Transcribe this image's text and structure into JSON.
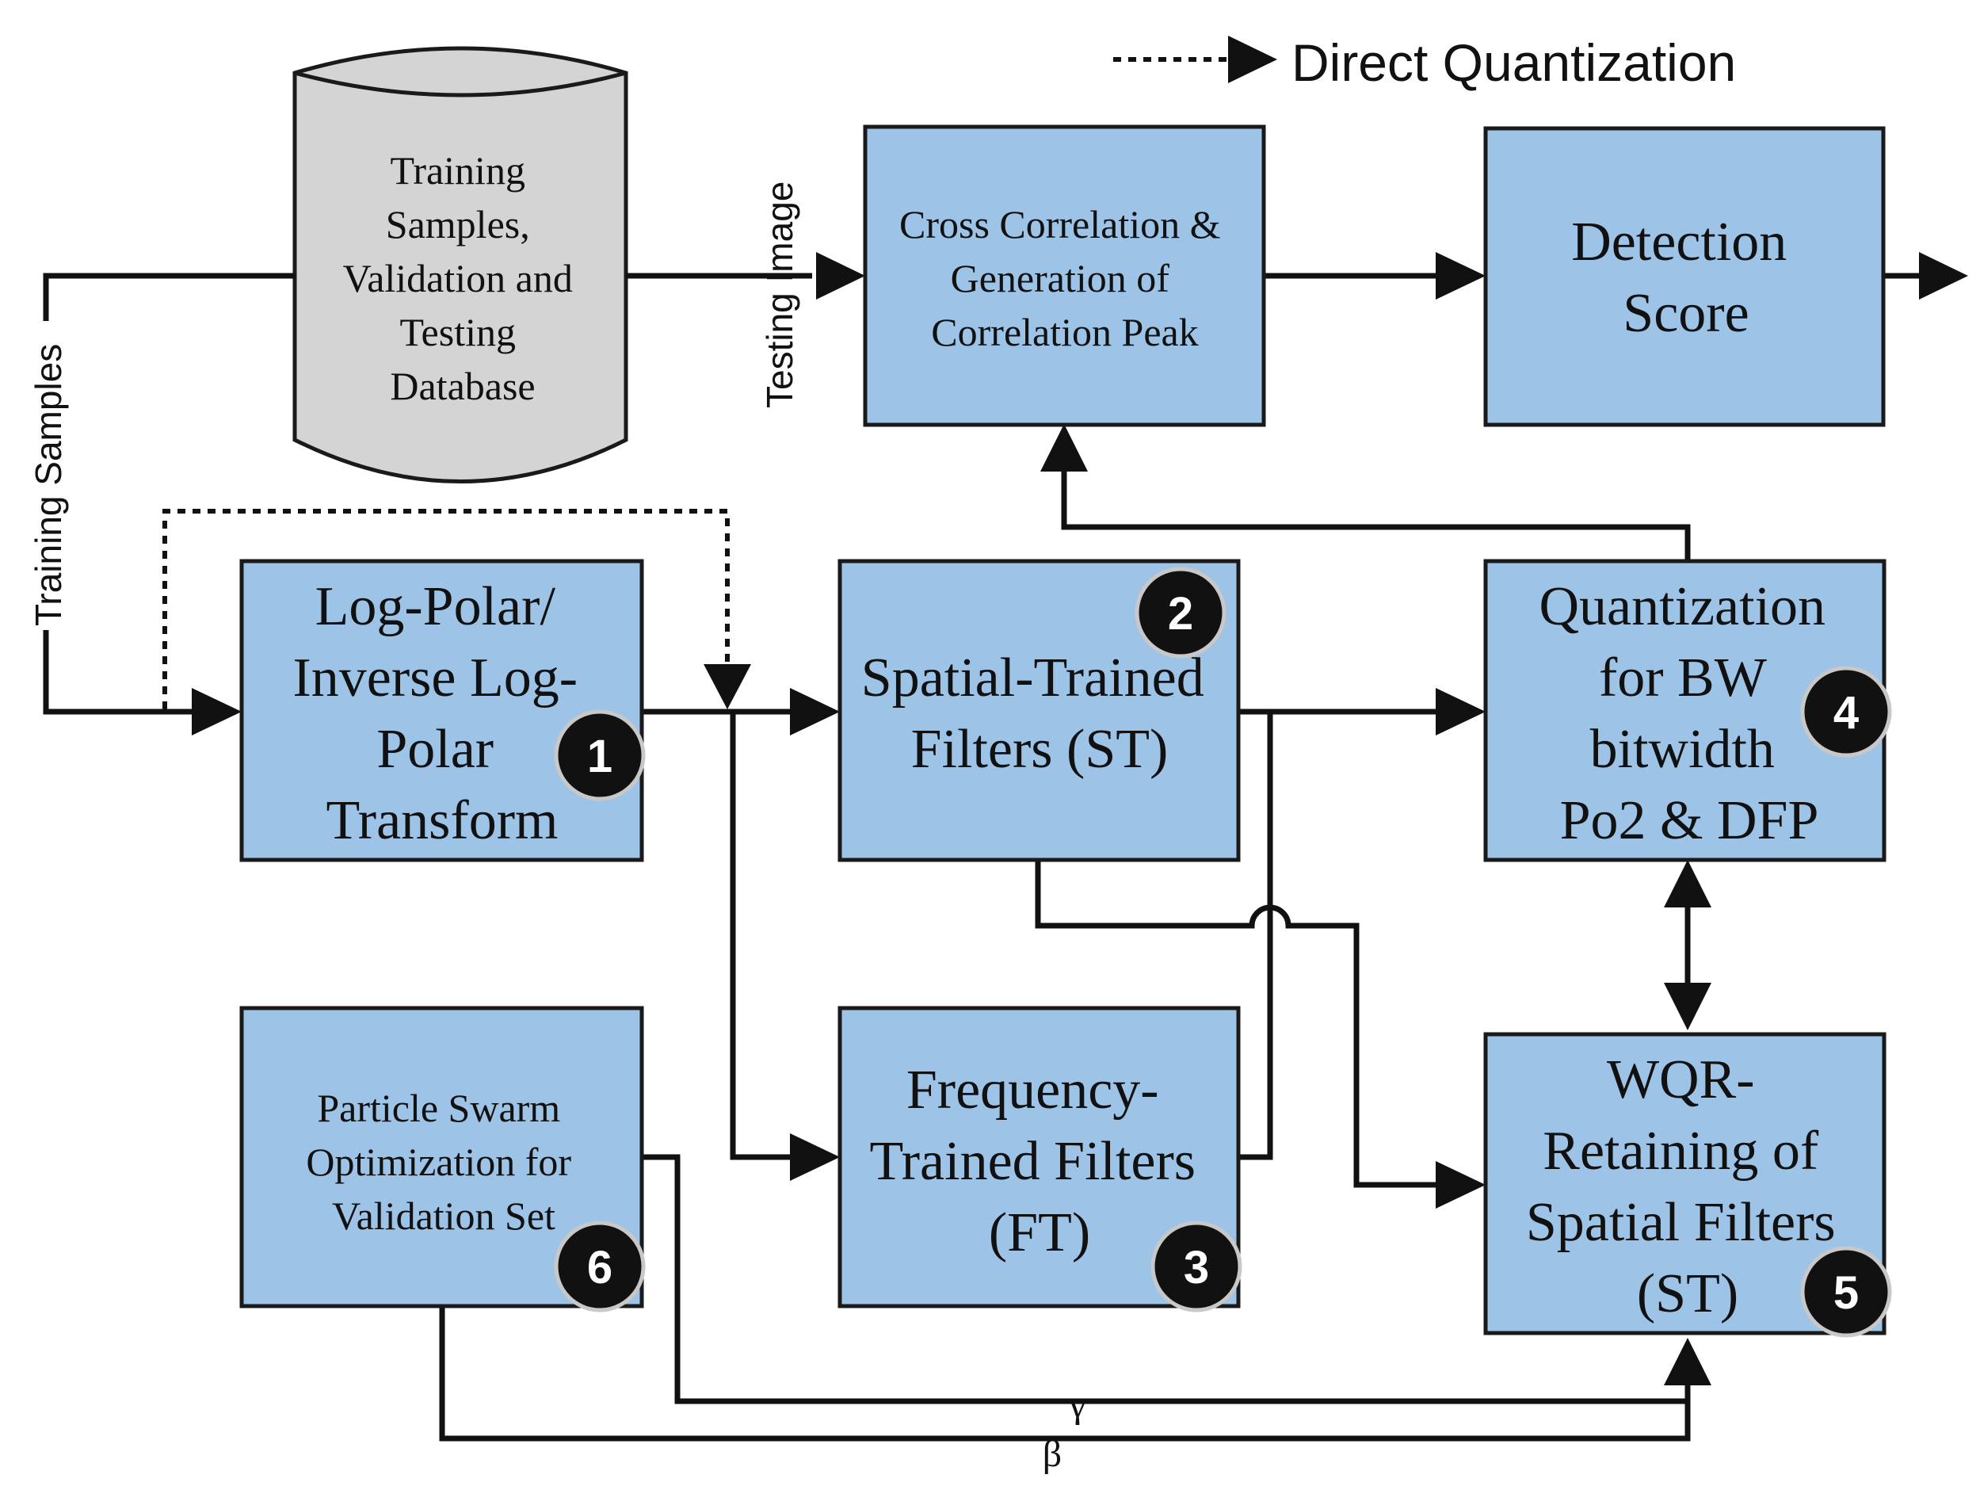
{
  "legend": {
    "label": "Direct Quantization"
  },
  "database": {
    "lines": [
      "Training",
      "Samples,",
      "Validation and",
      "Testing",
      "Database"
    ]
  },
  "edge_labels": {
    "training_samples": "Training Samples",
    "testing_image": "Testing Image",
    "gamma": "γ",
    "beta": "β"
  },
  "boxes": {
    "cross_correlation": {
      "lines": [
        "Cross Correlation &",
        "Generation of",
        "Correlation Peak"
      ]
    },
    "detection_score": {
      "lines": [
        "Detection",
        "Score"
      ]
    },
    "log_polar": {
      "lines": [
        "Log-Polar/",
        "Inverse Log-",
        "Polar",
        "Transform"
      ],
      "badge": "1"
    },
    "spatial_trained": {
      "lines": [
        "Spatial-Trained",
        "Filters (ST)"
      ],
      "badge": "2"
    },
    "frequency_trained": {
      "lines": [
        "Frequency-",
        "Trained Filters",
        "(FT)"
      ],
      "badge": "3"
    },
    "quantization": {
      "lines": [
        "Quantization",
        "for BW",
        "bitwidth",
        "Po2 & DFP"
      ],
      "badge": "4"
    },
    "wqr": {
      "lines": [
        "WQR-",
        "Retaining of",
        "Spatial Filters",
        "(ST)"
      ],
      "badge": "5"
    },
    "pso": {
      "lines": [
        "Particle Swarm",
        "Optimization for",
        "Validation Set"
      ],
      "badge": "6"
    }
  }
}
